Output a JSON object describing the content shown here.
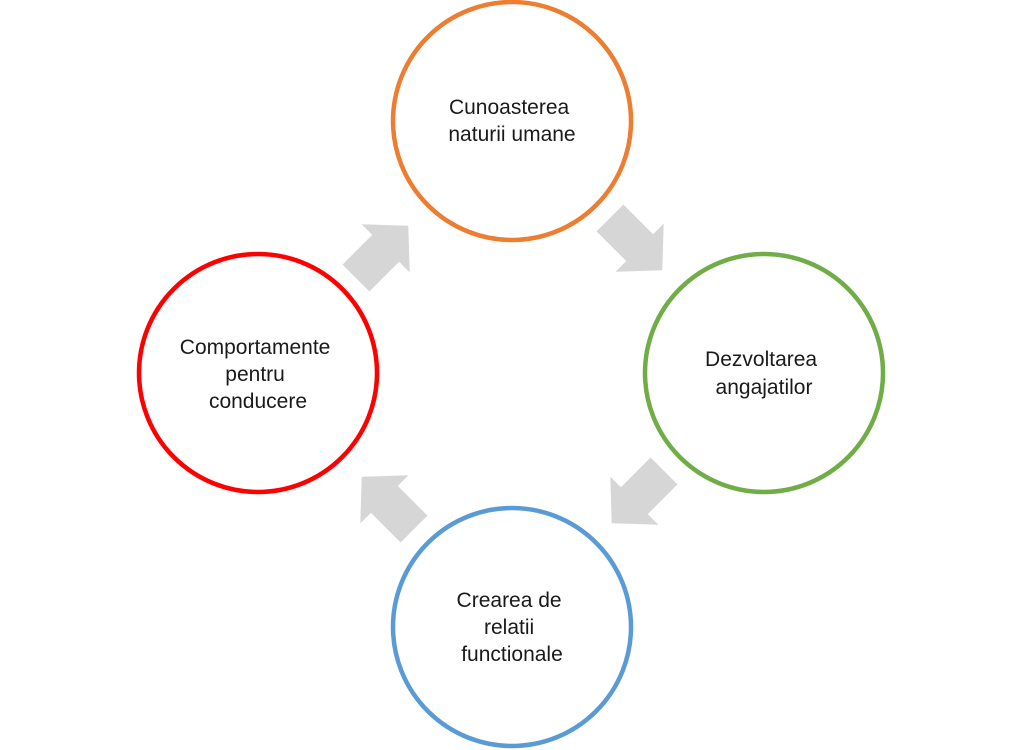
{
  "diagram": {
    "type": "cycle",
    "arrow_color": "#d6d6d6",
    "nodes": [
      {
        "id": "top",
        "lines": [
          "Cunoasterea",
          "naturii umane"
        ],
        "color": "#ed7d31"
      },
      {
        "id": "right",
        "lines": [
          "Dezvoltarea",
          "angajatilor"
        ],
        "color": "#70ad47"
      },
      {
        "id": "bottom",
        "lines": [
          "Crearea de",
          "relatii",
          "functionale"
        ],
        "color": "#5b9bd5"
      },
      {
        "id": "left",
        "lines": [
          "Comportamente",
          "pentru",
          "conducere"
        ],
        "color": "#ff0000"
      }
    ]
  }
}
